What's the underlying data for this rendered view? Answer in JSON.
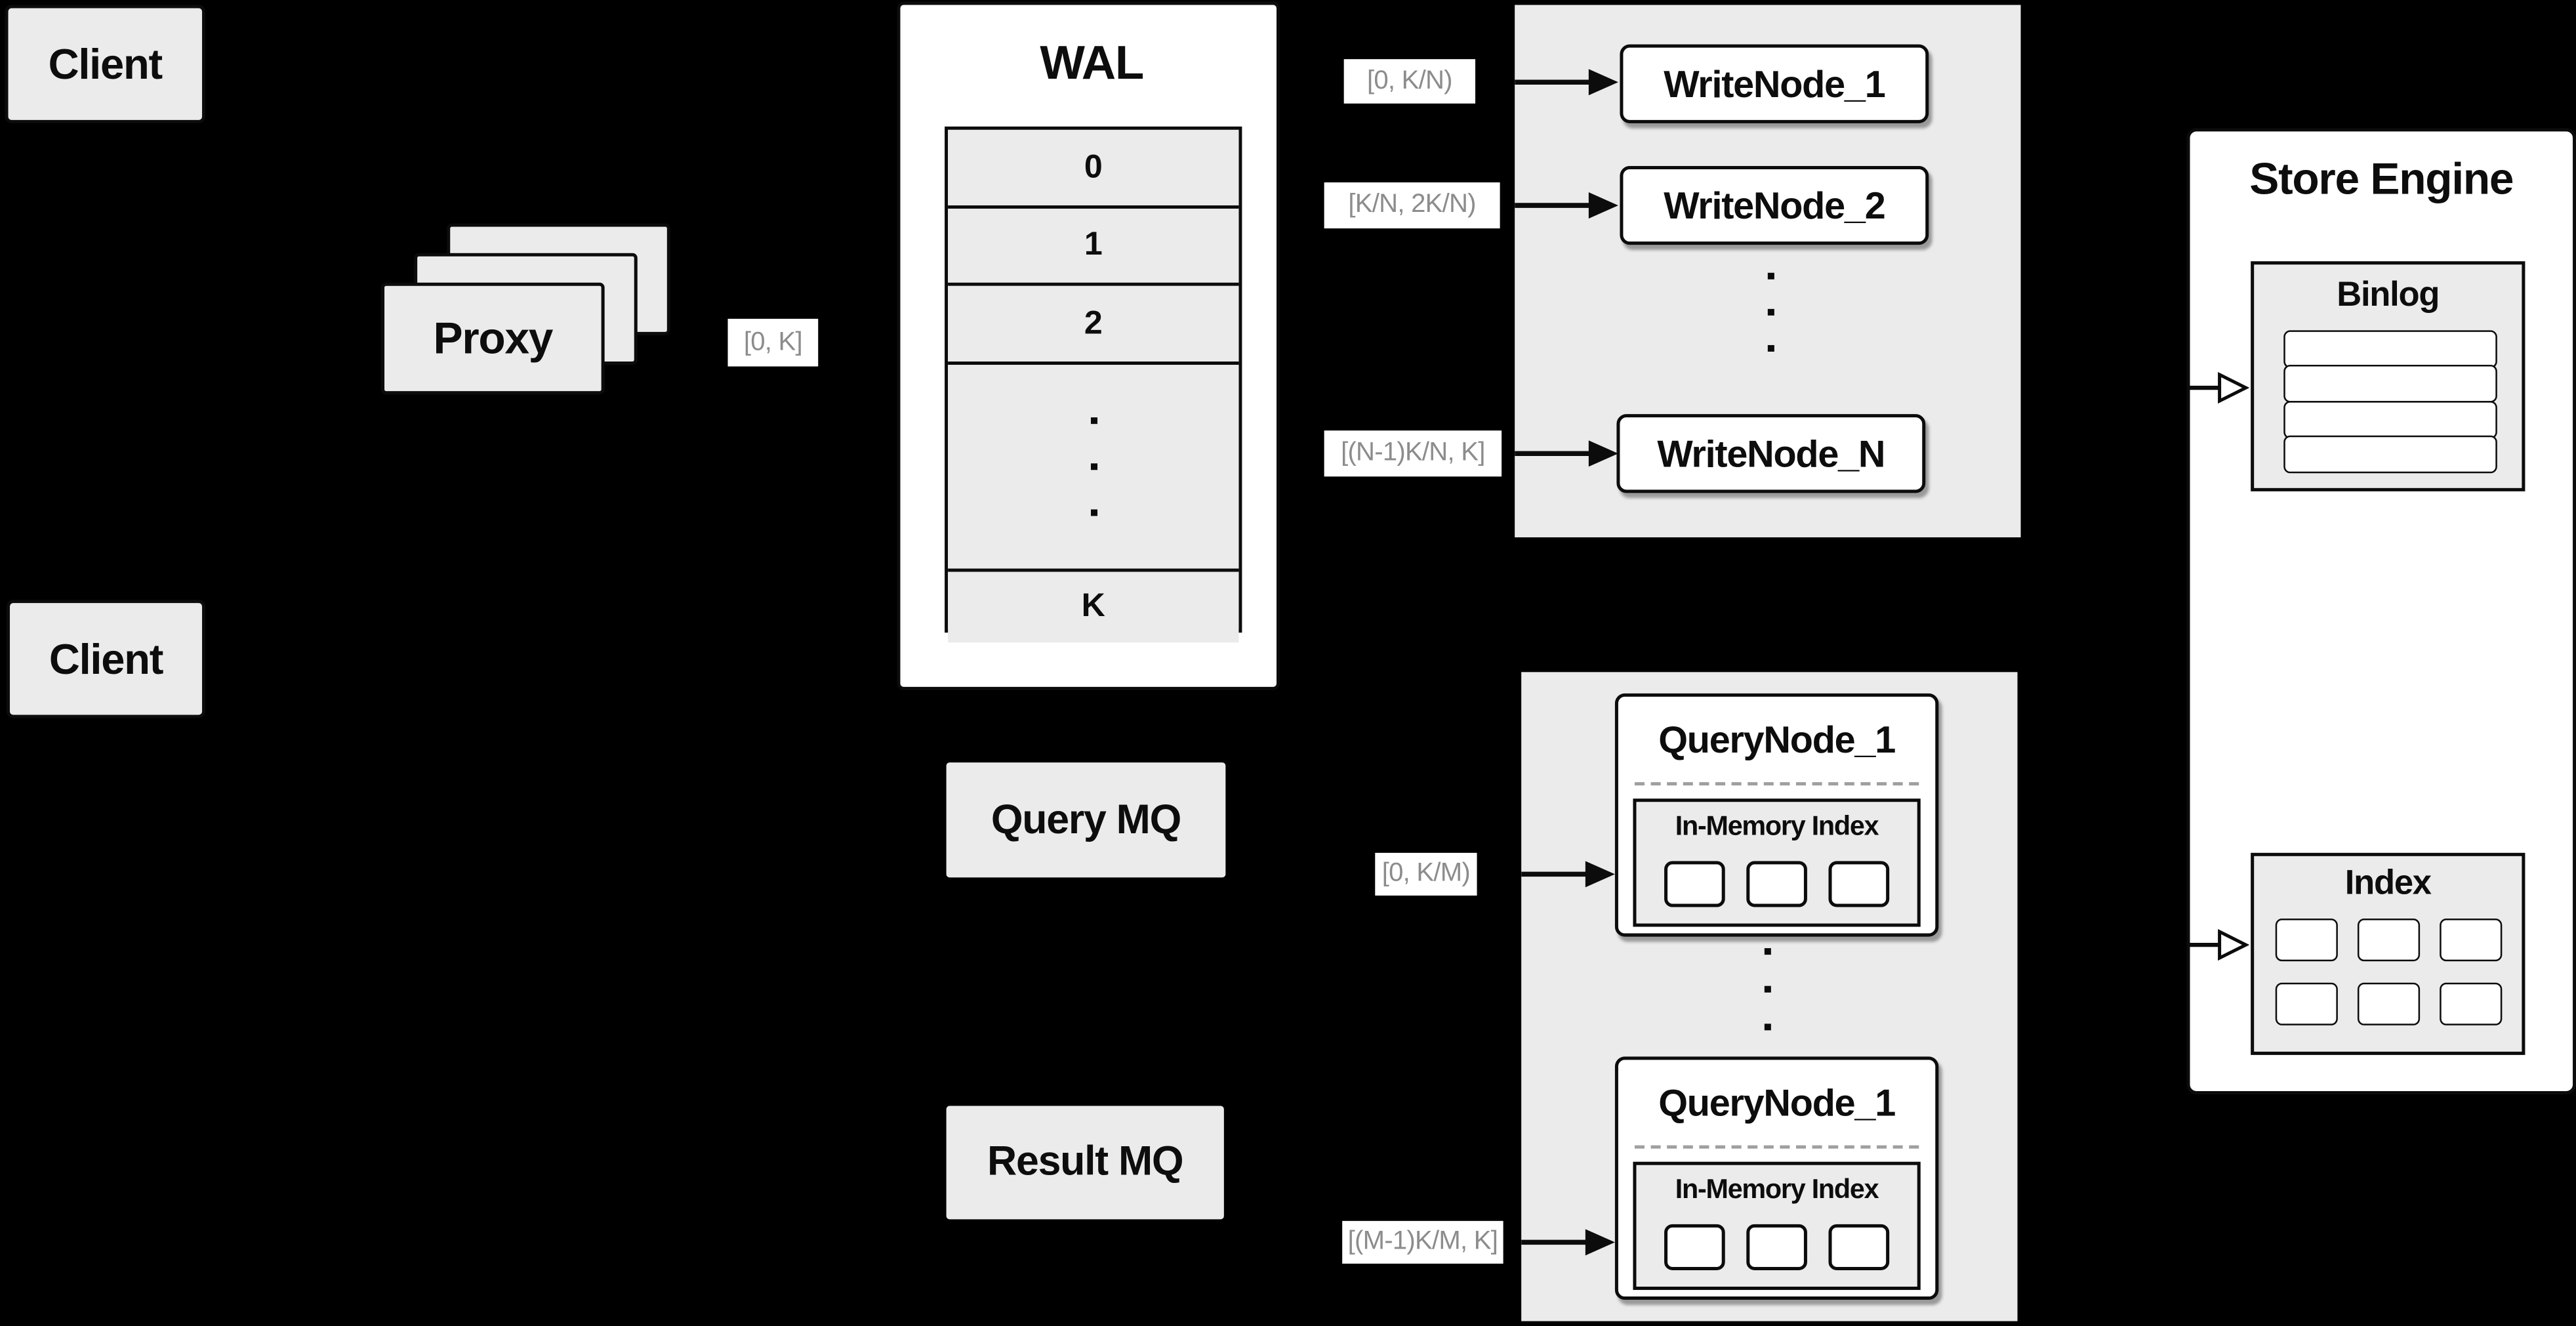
{
  "diagram": {
    "clients": {
      "top": "Client",
      "bottom": "Client"
    },
    "proxy": {
      "label": "Proxy"
    },
    "wal": {
      "title": "WAL",
      "rows": [
        "0",
        "1",
        "2",
        "K"
      ]
    },
    "mq": {
      "query": "Query MQ",
      "result": "Result MQ"
    },
    "write_group": {
      "node_1": "WriteNode_1",
      "node_2": "WriteNode_2",
      "node_n": "WriteNode_N"
    },
    "query_group": {
      "top": {
        "title": "QueryNode_1",
        "index_label": "In-Memory Index"
      },
      "bottom": {
        "title": "QueryNode_1",
        "index_label": "In-Memory Index"
      }
    },
    "store_engine": {
      "title": "Store Engine",
      "binlog": "Binlog",
      "index": "Index"
    },
    "range_labels": {
      "proxy_out": "[0, K]",
      "write_1": "[0, K/N)",
      "write_2": "[K/N, 2K/N)",
      "write_n": "[(N-1)K/N, K]",
      "query_top": "[0, K/M)",
      "query_bottom": "[(M-1)K/M, K]"
    },
    "colors": {
      "background": "#000000",
      "panel_gray": "#ebebeb",
      "panel_white": "#ffffff",
      "line": "#0c0c0c",
      "range_label_text": "#8c8c8c"
    }
  }
}
